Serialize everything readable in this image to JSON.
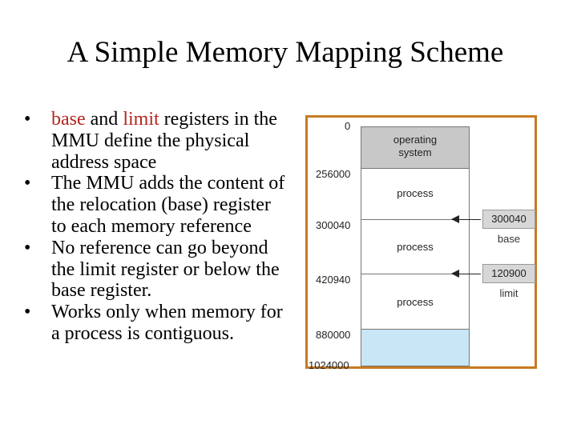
{
  "slide": {
    "title": "A Simple Memory Mapping Scheme",
    "bullet_char": "•",
    "bullet1": {
      "base": "base",
      "and": " and ",
      "limit": "limit",
      "rest": " registers in the MMU define the physical address space"
    },
    "bullet2": "The MMU adds the content of the relocation (base) register to each memory reference",
    "bullet3": "No reference can go beyond the limit register or below the base register.",
    "bullet4": "Works only when memory for a process is contiguous.",
    "accent_color": "#b3261e"
  },
  "diagram": {
    "addresses": [
      "0",
      "256000",
      "300040",
      "420940",
      "880000",
      "1024000"
    ],
    "segments": {
      "os": "operating system",
      "p1": "process",
      "p2": "process",
      "p3": "process"
    },
    "registers": {
      "base_value": "300040",
      "base_label": "base",
      "limit_value": "120900",
      "limit_label": "limit"
    },
    "colors": {
      "border": "#c77a22",
      "os_fill": "#c8c8c8",
      "free_fill": "#c9e6f6",
      "register_fill": "#d7d7d7"
    }
  }
}
